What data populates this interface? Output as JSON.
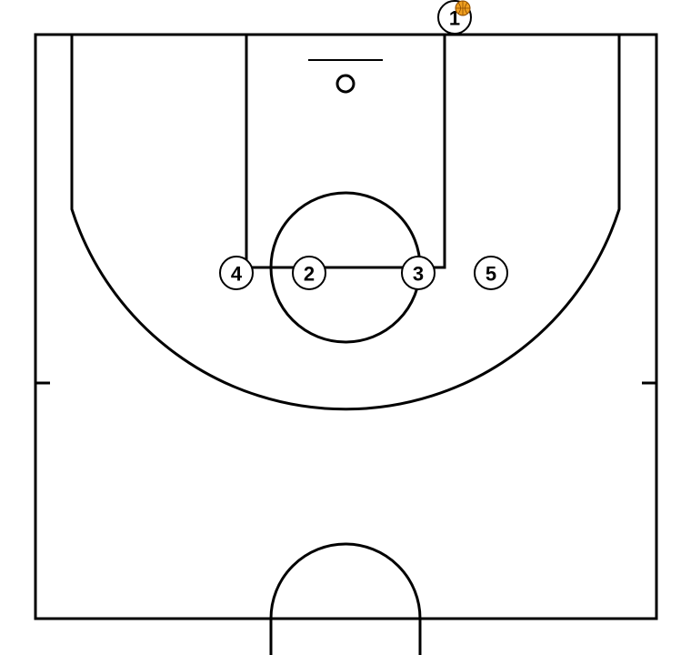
{
  "players": [
    {
      "label": "1",
      "has_ball": true
    },
    {
      "label": "2",
      "has_ball": false
    },
    {
      "label": "3",
      "has_ball": false
    },
    {
      "label": "4",
      "has_ball": false
    },
    {
      "label": "5",
      "has_ball": false
    }
  ],
  "colors": {
    "lines": "#000000",
    "background": "#ffffff",
    "ball": "#f0a020"
  },
  "icons": {
    "ball": "basketball-icon"
  }
}
